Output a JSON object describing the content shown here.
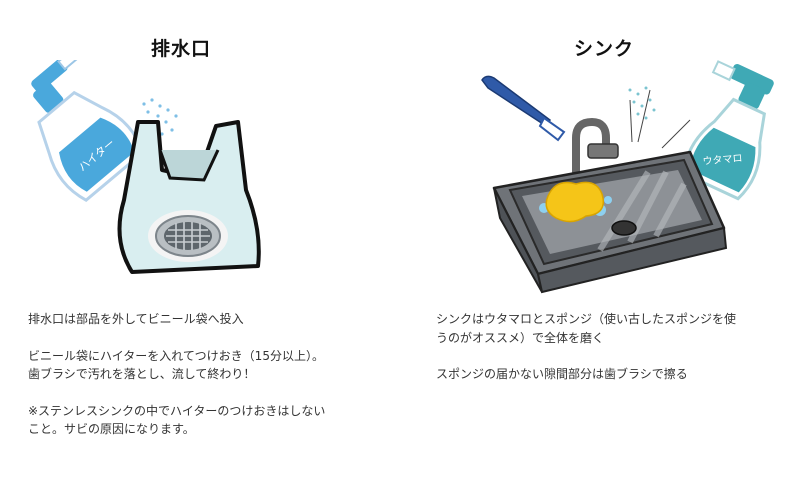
{
  "sections": [
    {
      "title": "排水口",
      "illustration": {
        "bottle_label": "ハイター",
        "bottle_color": "#4aa8dc",
        "subject": "plastic-bag-with-drain-basket"
      },
      "paragraphs": [
        "排水口は部品を外してビニール袋へ投入",
        "ビニール袋にハイターを入れてつけおき（15分以上）。\n歯ブラシで汚れを落とし、流して終わり！",
        "※ステンレスシンクの中でハイターのつけおきはしない\nこと。サビの原因になります。"
      ]
    },
    {
      "title": "シンク",
      "illustration": {
        "bottle_label": "ウタマロ",
        "bottle_color": "#3fa9b5",
        "subject": "stainless-sink-with-sponge-and-toothbrush"
      },
      "paragraphs": [
        "シンクはウタマロとスポンジ（使い古したスポンジを使\nうのがオススメ）で全体を磨く",
        "スポンジの届かない隙間部分は歯ブラシで擦る"
      ]
    }
  ]
}
